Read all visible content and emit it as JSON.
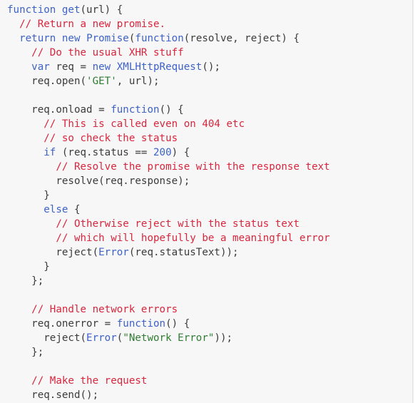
{
  "colors": {
    "background": "#f7f7f7",
    "keyword": "#3d62c8",
    "comment": "#d7263d",
    "string": "#2e7d32",
    "text": "#3b3b3b"
  },
  "code": [
    [
      {
        "t": "kw",
        "v": "function "
      },
      {
        "t": "kw",
        "v": "get"
      },
      {
        "t": "plain",
        "v": "(url) {"
      }
    ],
    [
      {
        "t": "plain",
        "v": "  "
      },
      {
        "t": "cm",
        "v": "// Return a new promise."
      }
    ],
    [
      {
        "t": "plain",
        "v": "  "
      },
      {
        "t": "kw",
        "v": "return new "
      },
      {
        "t": "kw",
        "v": "Promise"
      },
      {
        "t": "plain",
        "v": "("
      },
      {
        "t": "kw",
        "v": "function"
      },
      {
        "t": "plain",
        "v": "(resolve, reject) {"
      }
    ],
    [
      {
        "t": "plain",
        "v": "    "
      },
      {
        "t": "cm",
        "v": "// Do the usual XHR stuff"
      }
    ],
    [
      {
        "t": "plain",
        "v": "    "
      },
      {
        "t": "kw",
        "v": "var "
      },
      {
        "t": "plain",
        "v": "req = "
      },
      {
        "t": "kw",
        "v": "new "
      },
      {
        "t": "kw",
        "v": "XMLHttpRequest"
      },
      {
        "t": "plain",
        "v": "();"
      }
    ],
    [
      {
        "t": "plain",
        "v": "    req.open("
      },
      {
        "t": "str",
        "v": "'GET'"
      },
      {
        "t": "plain",
        "v": ", url);"
      }
    ],
    [
      {
        "t": "plain",
        "v": " "
      }
    ],
    [
      {
        "t": "plain",
        "v": "    req.onload = "
      },
      {
        "t": "kw",
        "v": "function"
      },
      {
        "t": "plain",
        "v": "() {"
      }
    ],
    [
      {
        "t": "plain",
        "v": "      "
      },
      {
        "t": "cm",
        "v": "// This is called even on 404 etc"
      }
    ],
    [
      {
        "t": "plain",
        "v": "      "
      },
      {
        "t": "cm",
        "v": "// so check the status"
      }
    ],
    [
      {
        "t": "plain",
        "v": "      "
      },
      {
        "t": "kw",
        "v": "if "
      },
      {
        "t": "plain",
        "v": "(req.status == "
      },
      {
        "t": "kw",
        "v": "200"
      },
      {
        "t": "plain",
        "v": ") {"
      }
    ],
    [
      {
        "t": "plain",
        "v": "        "
      },
      {
        "t": "cm",
        "v": "// Resolve the promise with the response text"
      }
    ],
    [
      {
        "t": "plain",
        "v": "        resolve(req.response);"
      }
    ],
    [
      {
        "t": "plain",
        "v": "      }"
      }
    ],
    [
      {
        "t": "plain",
        "v": "      "
      },
      {
        "t": "kw",
        "v": "else "
      },
      {
        "t": "plain",
        "v": "{"
      }
    ],
    [
      {
        "t": "plain",
        "v": "        "
      },
      {
        "t": "cm",
        "v": "// Otherwise reject with the status text"
      }
    ],
    [
      {
        "t": "plain",
        "v": "        "
      },
      {
        "t": "cm",
        "v": "// which will hopefully be a meaningful error"
      }
    ],
    [
      {
        "t": "plain",
        "v": "        reject("
      },
      {
        "t": "kw",
        "v": "Error"
      },
      {
        "t": "plain",
        "v": "(req.statusText));"
      }
    ],
    [
      {
        "t": "plain",
        "v": "      }"
      }
    ],
    [
      {
        "t": "plain",
        "v": "    };"
      }
    ],
    [
      {
        "t": "plain",
        "v": " "
      }
    ],
    [
      {
        "t": "plain",
        "v": "    "
      },
      {
        "t": "cm",
        "v": "// Handle network errors"
      }
    ],
    [
      {
        "t": "plain",
        "v": "    req.onerror = "
      },
      {
        "t": "kw",
        "v": "function"
      },
      {
        "t": "plain",
        "v": "() {"
      }
    ],
    [
      {
        "t": "plain",
        "v": "      reject("
      },
      {
        "t": "kw",
        "v": "Error"
      },
      {
        "t": "plain",
        "v": "("
      },
      {
        "t": "str",
        "v": "\"Network Error\""
      },
      {
        "t": "plain",
        "v": "));"
      }
    ],
    [
      {
        "t": "plain",
        "v": "    };"
      }
    ],
    [
      {
        "t": "plain",
        "v": " "
      }
    ],
    [
      {
        "t": "plain",
        "v": "    "
      },
      {
        "t": "cm",
        "v": "// Make the request"
      }
    ],
    [
      {
        "t": "plain",
        "v": "    req.send();"
      }
    ]
  ]
}
